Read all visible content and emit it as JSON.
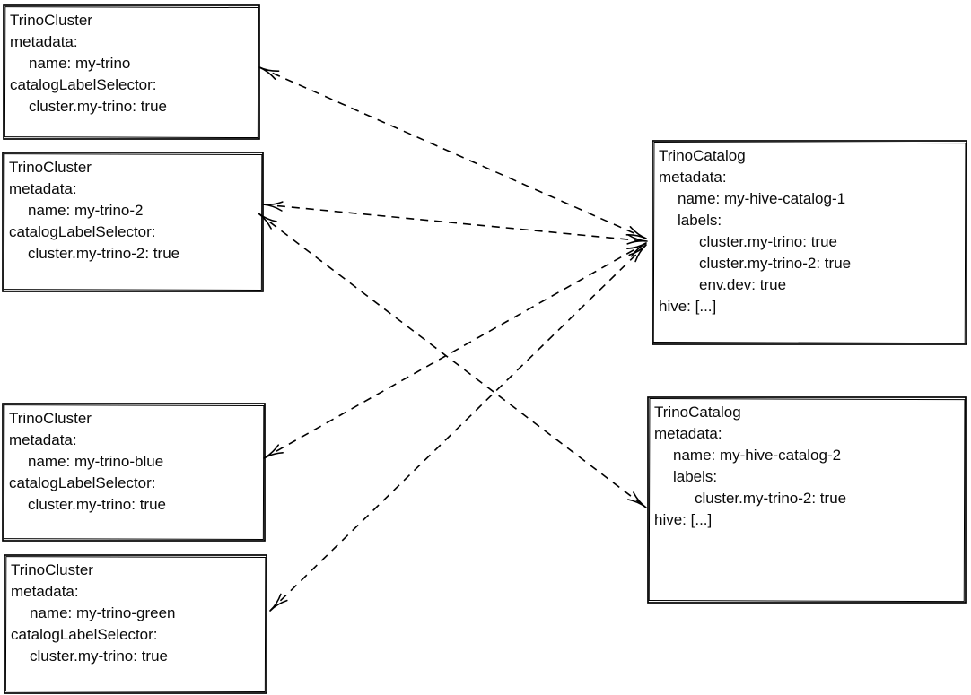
{
  "colors": {
    "background": "#ffffff",
    "stroke": "#000000",
    "text": "#0a0a0a"
  },
  "connector_style": {
    "line": "dashed",
    "arrowheads": "both ends, hand-drawn open chevrons"
  },
  "boxes": [
    {
      "id": "my-trino",
      "lines": [
        "TrinoCluster",
        "metadata:",
        "name: my-trino",
        "catalogLabelSelector:",
        "cluster.my-trino: true"
      ]
    },
    {
      "id": "my-trino-2",
      "lines": [
        "TrinoCluster",
        "metadata:",
        "name: my-trino-2",
        "catalogLabelSelector:",
        "cluster.my-trino-2: true"
      ]
    },
    {
      "id": "my-trino-blue",
      "lines": [
        "TrinoCluster",
        "metadata:",
        "name: my-trino-blue",
        "catalogLabelSelector:",
        "cluster.my-trino: true"
      ]
    },
    {
      "id": "my-trino-green",
      "lines": [
        "TrinoCluster",
        "metadata:",
        "name: my-trino-green",
        "catalogLabelSelector:",
        "cluster.my-trino: true"
      ]
    },
    {
      "id": "my-hive-catalog-1",
      "lines": [
        "TrinoCatalog",
        "metadata:",
        "name: my-hive-catalog-1",
        "labels:",
        "cluster.my-trino: true",
        "cluster.my-trino-2: true",
        "env.dev: true",
        "hive: [...]"
      ]
    },
    {
      "id": "my-hive-catalog-2",
      "lines": [
        "TrinoCatalog",
        "metadata:",
        "name: my-hive-catalog-2",
        "labels:",
        "cluster.my-trino-2: true",
        "hive: [...]"
      ]
    }
  ],
  "connections": [
    {
      "from": "my-hive-catalog-1",
      "to": "my-trino"
    },
    {
      "from": "my-hive-catalog-1",
      "to": "my-trino-2"
    },
    {
      "from": "my-hive-catalog-1",
      "to": "my-trino-blue"
    },
    {
      "from": "my-hive-catalog-1",
      "to": "my-trino-green"
    },
    {
      "from": "my-hive-catalog-2",
      "to": "my-trino-2"
    }
  ]
}
